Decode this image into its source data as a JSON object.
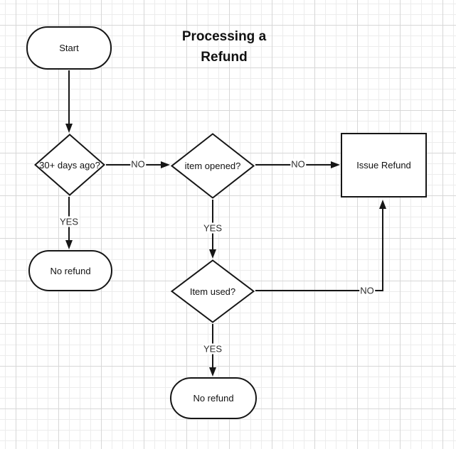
{
  "title": {
    "line1": "Processing a",
    "line2": "Refund"
  },
  "nodes": {
    "start": {
      "label": "Start"
    },
    "days_question": {
      "label": "30+ days ago?"
    },
    "item_opened": {
      "label": "item opened?"
    },
    "issue_refund": {
      "label": "Issue Refund"
    },
    "no_refund_left": {
      "label": "No refund"
    },
    "item_used": {
      "label": "Item used?"
    },
    "no_refund_bottom": {
      "label": "No refund"
    }
  },
  "edge_labels": {
    "days_no": "NO",
    "days_yes": "YES",
    "opened_no": "NO",
    "opened_yes": "YES",
    "used_no": "NO",
    "used_yes": "YES"
  },
  "colors": {
    "stroke": "#161616",
    "text": "#111111",
    "background": "#ffffff",
    "grid_minor": "#ececec",
    "grid_major": "#d7d7d7"
  }
}
